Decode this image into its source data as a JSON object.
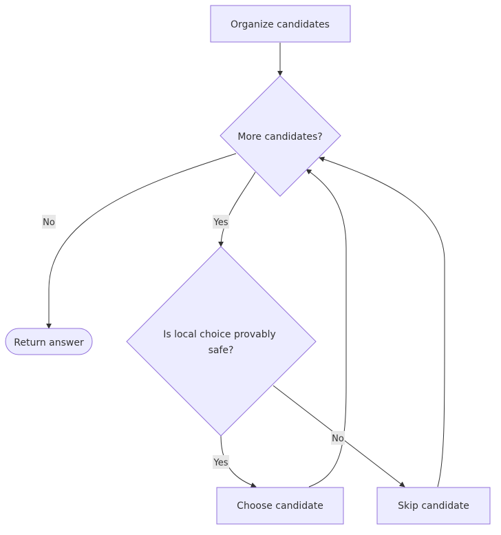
{
  "nodes": {
    "organize": "Organize candidates",
    "more": "More candidates?",
    "is_safe_line1": "Is local choice provably",
    "is_safe_line2": "safe?",
    "return": "Return answer",
    "choose": "Choose candidate",
    "skip": "Skip candidate"
  },
  "edges": {
    "more_no": "No",
    "more_yes": "Yes",
    "safe_yes": "Yes",
    "safe_no": "No"
  },
  "colors": {
    "node_fill": "#ececff",
    "node_stroke": "#9370db",
    "edge": "#333333",
    "label_bg": "#e8e8e8"
  }
}
